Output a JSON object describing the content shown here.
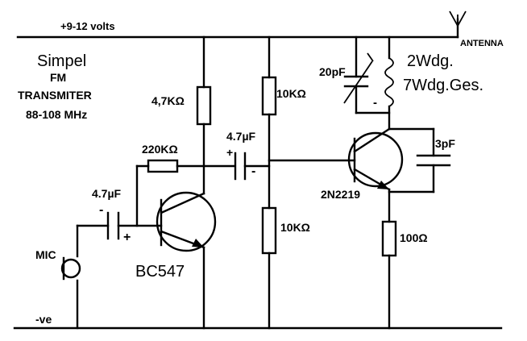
{
  "supply": {
    "positive": "+9-12 volts",
    "negative": "-ve"
  },
  "title": {
    "line1": "Simpel",
    "line2": "FM",
    "line3": "TRANSMITER",
    "line4": "88-108 MHz"
  },
  "antenna_label": "ANTENNA",
  "coil": {
    "tap": "2Wdg.",
    "total": "7Wdg.Ges."
  },
  "components": {
    "r_collector": "4,7KΩ",
    "r_bias": "220KΩ",
    "c_coupling_in": "4.7µF",
    "c_coupling_out": "4.7µF",
    "r_divider_top": "10KΩ",
    "r_divider_bottom": "10KΩ",
    "c_trimmer": "20pF",
    "c_feedback": "3pF",
    "r_emitter": "100Ω",
    "q_audio": "BC547",
    "q_rf": "2N2219",
    "mic": "MIC"
  },
  "polarity": {
    "plus": "+",
    "minus": "-"
  }
}
